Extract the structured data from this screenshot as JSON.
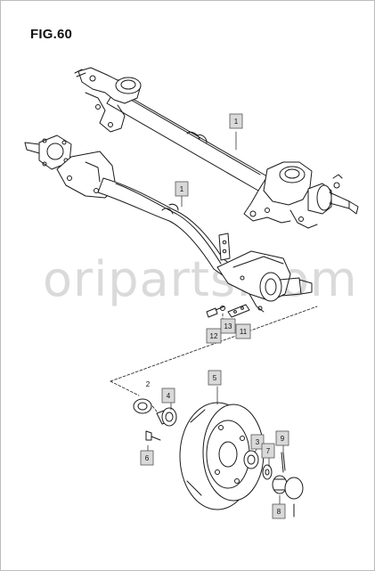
{
  "figure": {
    "title": "FIG.60",
    "watermark": "oriparts.com"
  },
  "callouts": [
    {
      "id": "c1a",
      "label": "1"
    },
    {
      "id": "c1b",
      "label": "1"
    },
    {
      "id": "c11",
      "label": "11"
    },
    {
      "id": "c12",
      "label": "12"
    },
    {
      "id": "c13",
      "label": "13"
    },
    {
      "id": "c2",
      "label": "2"
    },
    {
      "id": "c4",
      "label": "4"
    },
    {
      "id": "c5",
      "label": "5"
    },
    {
      "id": "c6",
      "label": "6"
    },
    {
      "id": "c3",
      "label": "3"
    },
    {
      "id": "c7",
      "label": "7"
    },
    {
      "id": "c9",
      "label": "9"
    },
    {
      "id": "c8",
      "label": "8"
    }
  ],
  "colors": {
    "line": "#1a1a1a",
    "callout_fill": "#d9d9d9",
    "watermark": "#d4d4d4"
  }
}
